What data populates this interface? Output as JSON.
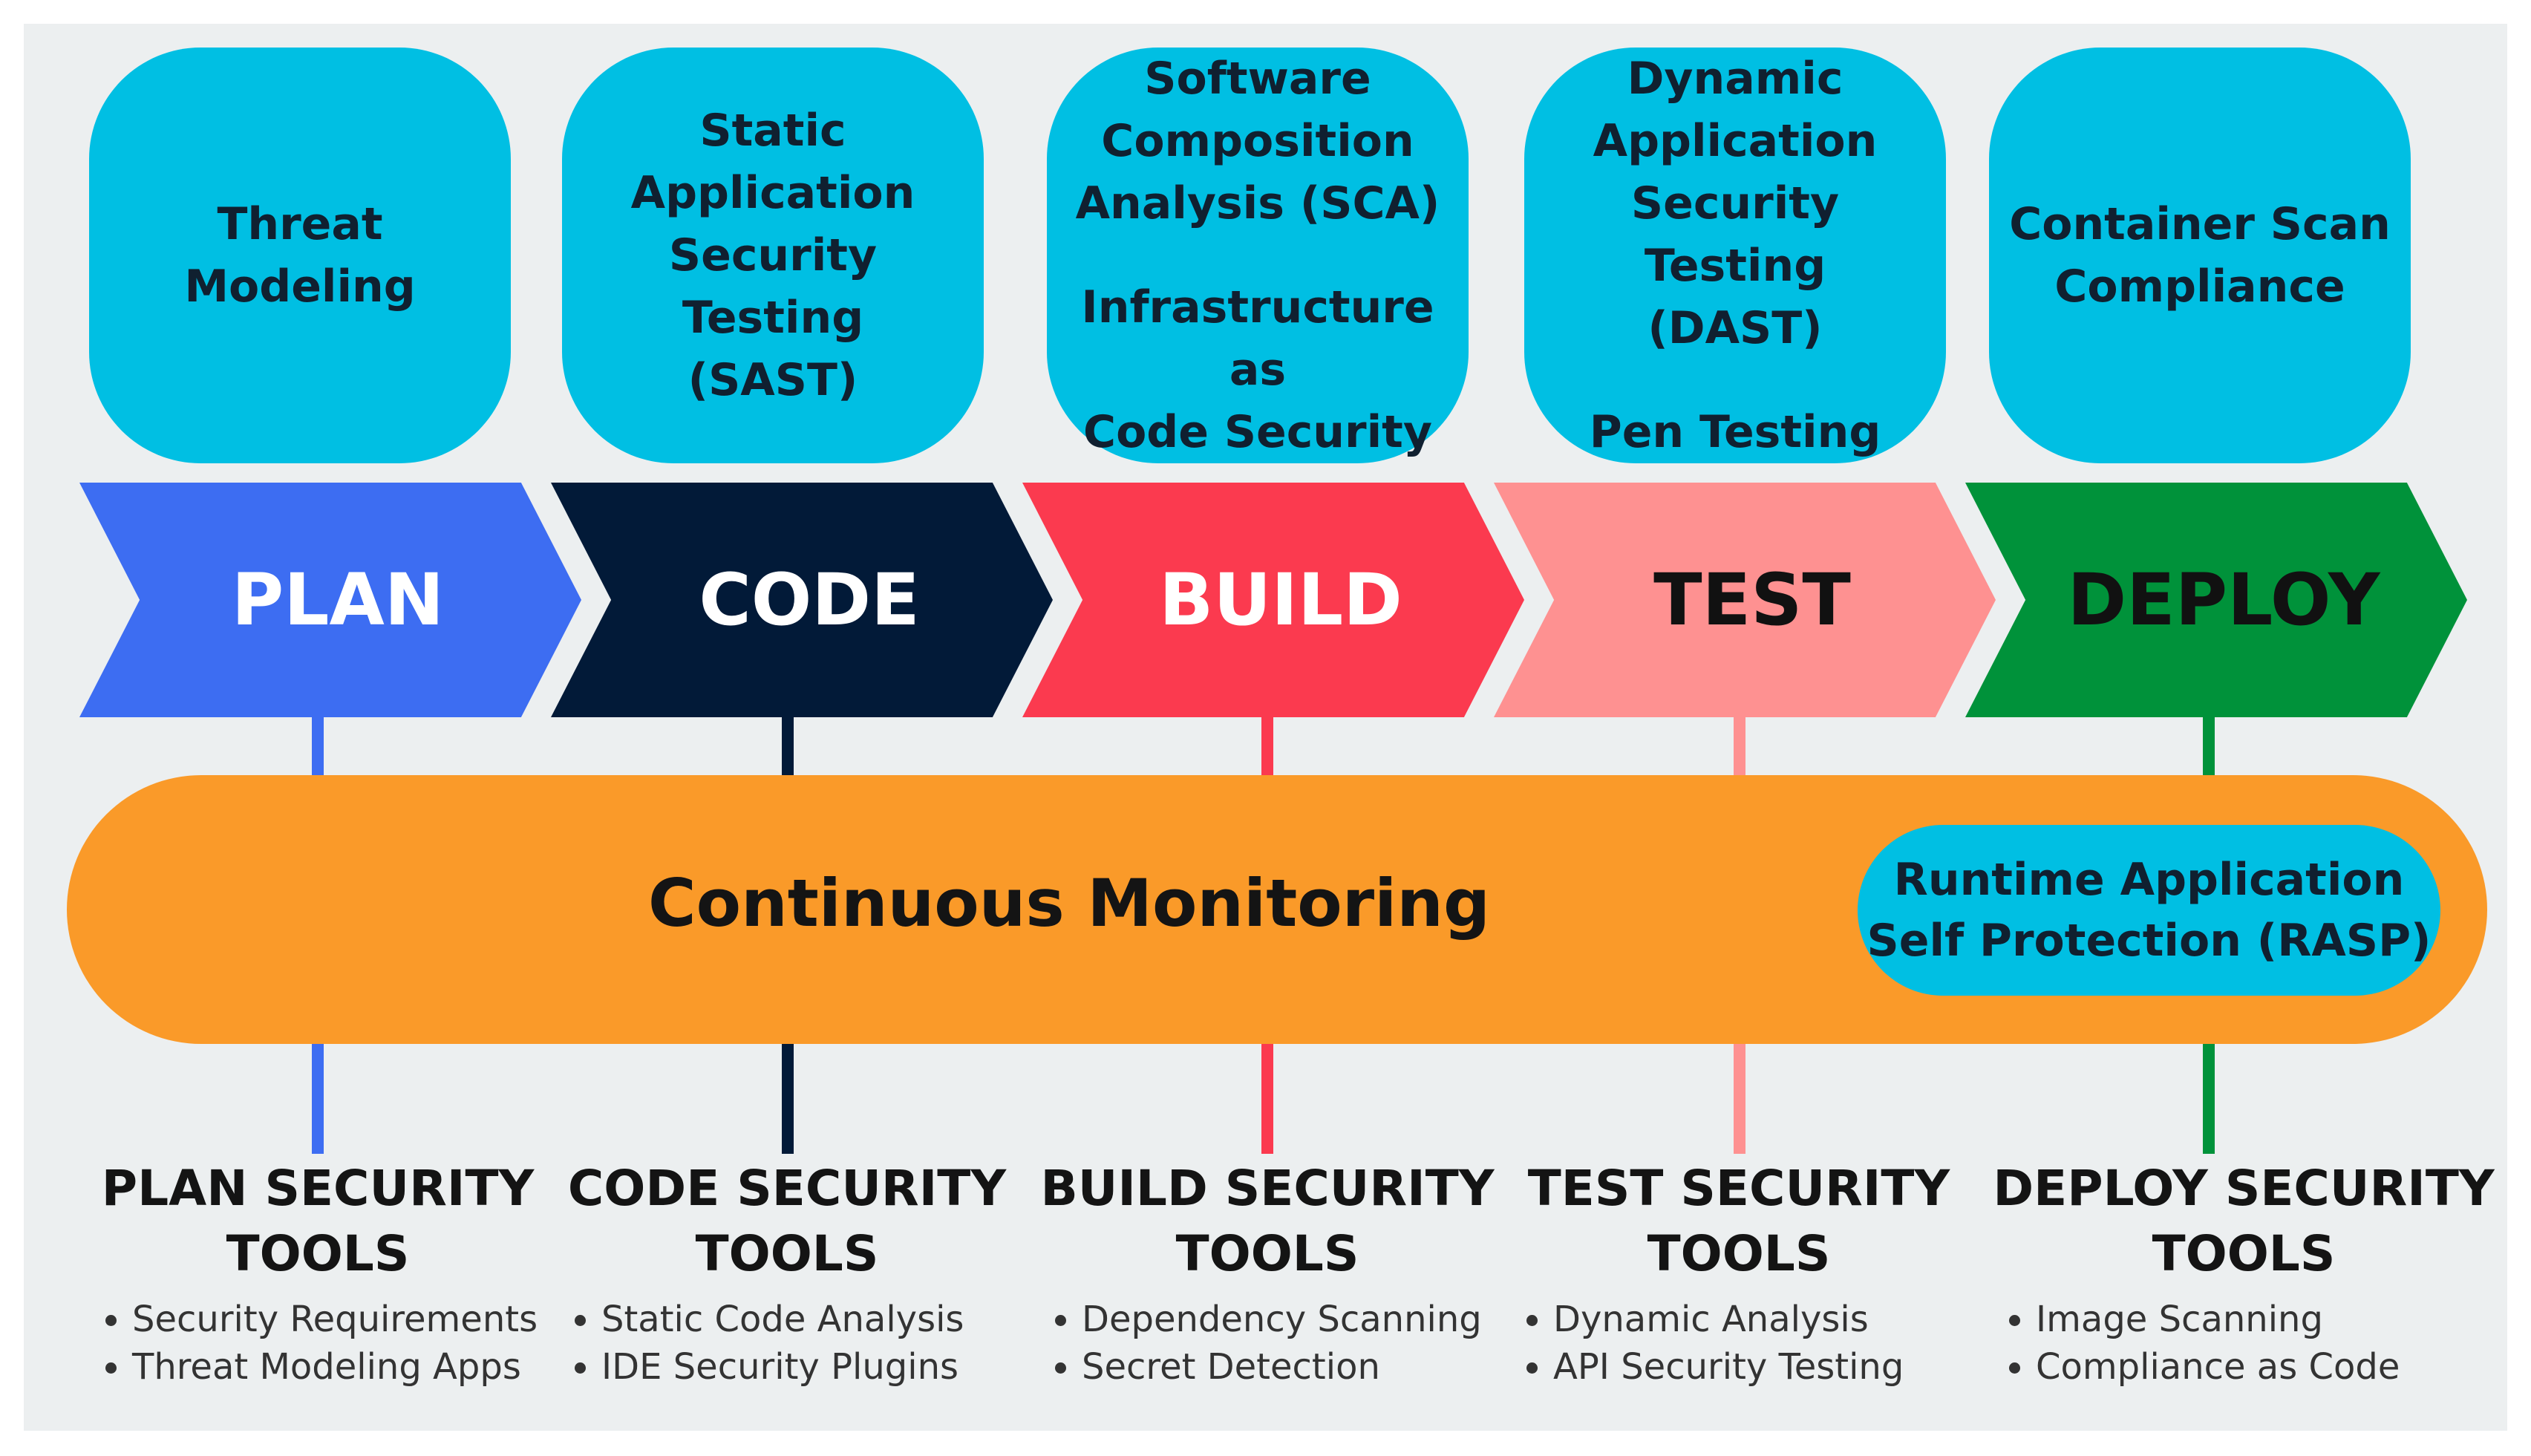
{
  "top_boxes": [
    {
      "lines": [
        "Threat Modeling"
      ]
    },
    {
      "lines": [
        "Static",
        "Application",
        "Security Testing",
        "(SAST)"
      ]
    },
    {
      "lines": [
        "Software",
        "Composition",
        "Analysis (SCA)"
      ],
      "lines2": [
        "Infrastructure as",
        "Code Security"
      ]
    },
    {
      "lines": [
        "Dynamic",
        "Application",
        "Security Testing",
        "(DAST)"
      ],
      "lines2": [
        "Pen Testing"
      ]
    },
    {
      "lines": [
        "Container Scan",
        "Compliance"
      ]
    }
  ],
  "stages": [
    {
      "label": "PLAN",
      "color": "#3d6df2",
      "text_color": "#ffffff"
    },
    {
      "label": "CODE",
      "color": "#021a38",
      "text_color": "#ffffff"
    },
    {
      "label": "BUILD",
      "color": "#fb3a4f",
      "text_color": "#ffffff"
    },
    {
      "label": "TEST",
      "color": "#fe9191",
      "text_color": "#111111"
    },
    {
      "label": "DEPLOY",
      "color": "#00923a",
      "text_color": "#111111"
    }
  ],
  "monitoring": {
    "label": "Continuous Monitoring",
    "color": "#fa9a29",
    "rasp": [
      "Runtime Application",
      "Self Protection (RASP)"
    ]
  },
  "tools": [
    {
      "title": [
        "PLAN SECURITY",
        "TOOLS"
      ],
      "items": [
        "Security Requirements",
        "Threat Modeling Apps"
      ]
    },
    {
      "title": [
        "CODE SECURITY",
        "TOOLS"
      ],
      "items": [
        "Static Code Analysis",
        "IDE Security Plugins"
      ]
    },
    {
      "title": [
        "BUILD SECURITY",
        "TOOLS"
      ],
      "items": [
        "Dependency Scanning",
        "Secret Detection"
      ]
    },
    {
      "title": [
        "TEST SECURITY",
        "TOOLS"
      ],
      "items": [
        "Dynamic Analysis",
        "API Security Testing"
      ]
    },
    {
      "title": [
        "DEPLOY SECURITY",
        "TOOLS"
      ],
      "items": [
        "Image Scanning",
        "Compliance as Code"
      ]
    }
  ]
}
